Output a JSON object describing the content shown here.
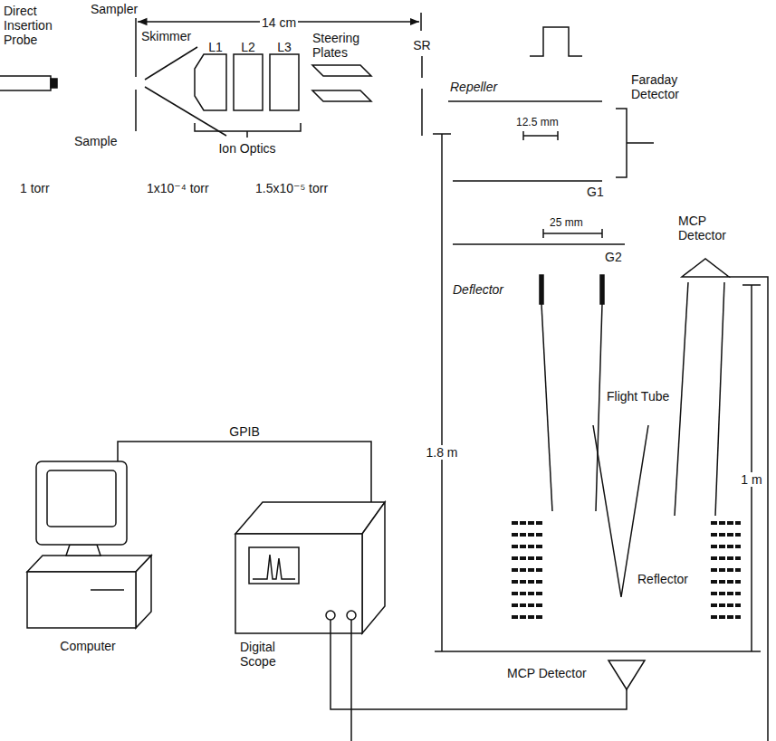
{
  "diagram": {
    "nodes": [
      {
        "text": [
          "L1"
        ]
      },
      {
        "text": [
          "L2"
        ]
      },
      {
        "text": [
          "L3"
        ]
      },
      {
        "text": [
          "MCP Detector"
        ]
      },
      {
        "text": [
          "Computer"
        ]
      },
      {
        "text": [
          "Digital Scope"
        ]
      },
      {
        "text": [
          "MCP Detector"
        ]
      }
    ],
    "edges": [
      {
        "from": 4,
        "to": 5,
        "arrow": "none",
        "label": "GPIB"
      },
      {
        "from": 5,
        "to": 6,
        "arrow": "none"
      }
    ],
    "labels": [
      "Sampler",
      "Direct Insertion Probe",
      "14 cm",
      "Skimmer",
      "Steering Plates",
      "SR",
      "Repeller",
      "Faraday Detector",
      "12.5 mm",
      "G1",
      "25 mm",
      "G2",
      "Deflector",
      "Sample",
      "Ion Optics",
      "1 torr",
      "1x10⁻⁴ torr",
      "1.5x10⁻⁵ torr",
      "1.8 m",
      "Flight Tube",
      "1 m",
      "Reflector"
    ]
  }
}
